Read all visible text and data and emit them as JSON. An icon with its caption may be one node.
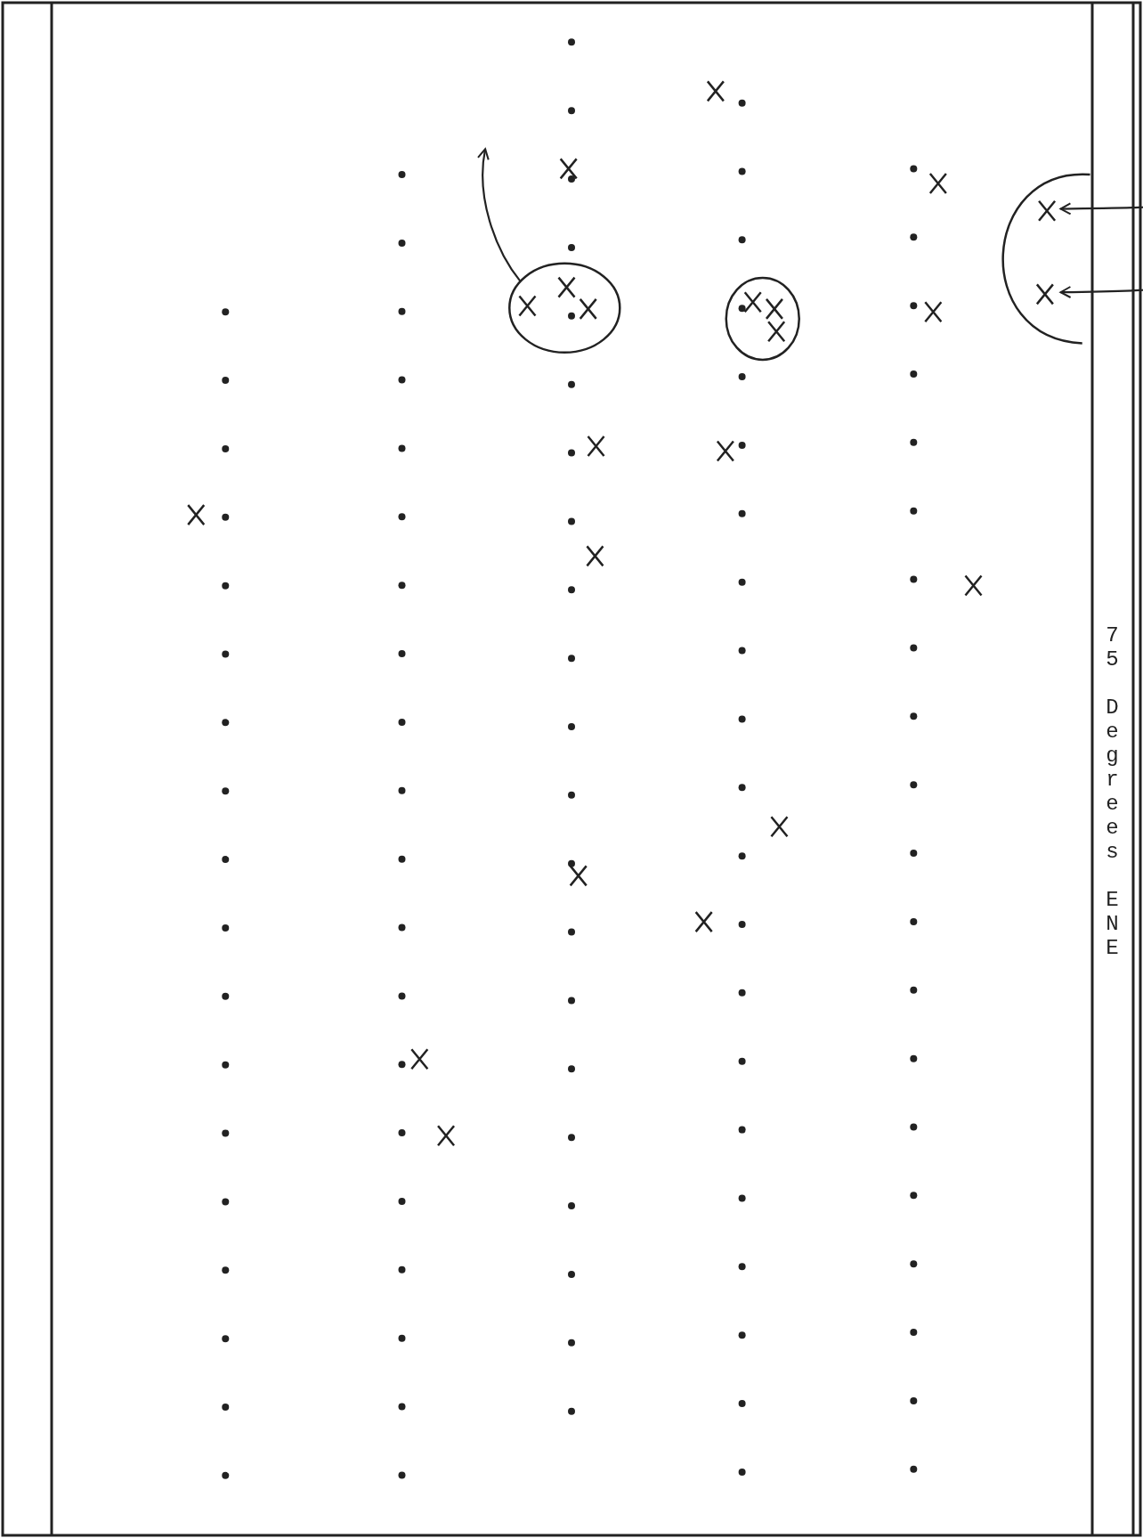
{
  "diagram": {
    "nodes": [
      {
        "text": [],
        "shape": "circle"
      },
      {
        "text": [],
        "shape": "circle"
      },
      {
        "text": [],
        "shape": "circle"
      }
    ],
    "edges": [
      {
        "from": 0,
        "to": null,
        "arrow": "to"
      },
      {
        "from": null,
        "to": 2,
        "arrow": "to"
      },
      {
        "from": null,
        "to": 2,
        "arrow": "to"
      }
    ],
    "labels": [
      "75 Degrees ENE"
    ]
  }
}
